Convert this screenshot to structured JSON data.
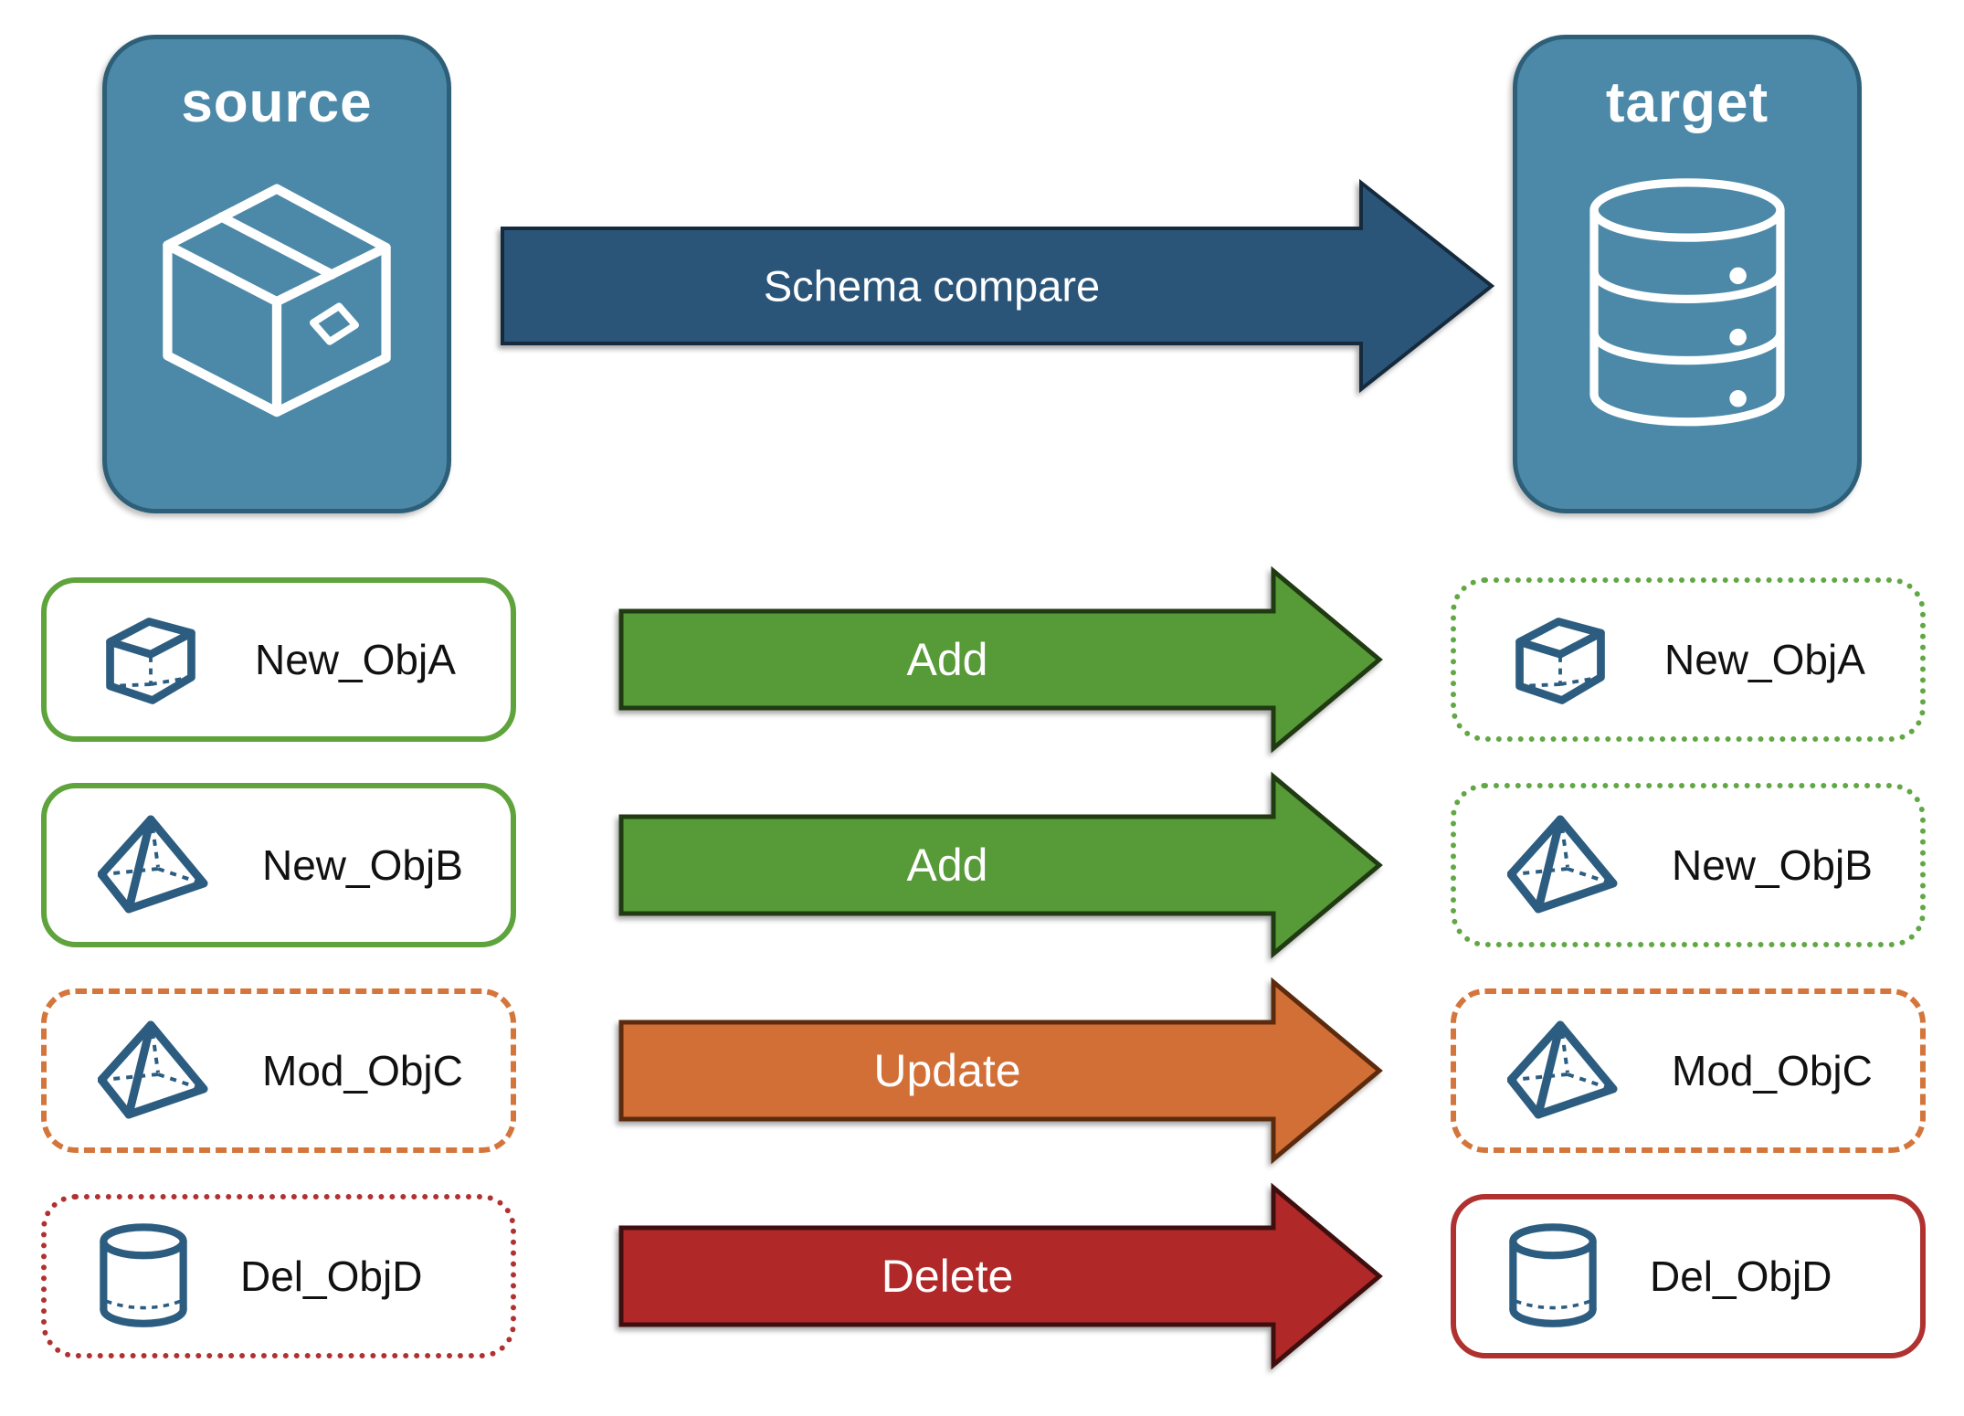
{
  "diagram": {
    "source": {
      "label": "source",
      "icon": "package-box-icon"
    },
    "target": {
      "label": "target",
      "icon": "database-icon"
    },
    "compare_arrow": {
      "label": "Schema compare"
    }
  },
  "rows": [
    {
      "object": "New_ObjA",
      "action": "Add",
      "icon": "cube-icon",
      "source_border": "solid-green",
      "target_border": "dotted-green"
    },
    {
      "object": "New_ObjB",
      "action": "Add",
      "icon": "pyramid-icon",
      "source_border": "solid-green",
      "target_border": "dotted-green"
    },
    {
      "object": "Mod_ObjC",
      "action": "Update",
      "icon": "pyramid-icon",
      "source_border": "dashed-orange",
      "target_border": "dashed-orange"
    },
    {
      "object": "Del_ObjD",
      "action": "Delete",
      "icon": "cylinder-icon",
      "source_border": "dotted-red",
      "target_border": "solid-red"
    }
  ],
  "colors": {
    "card-fill": "#4c89a8",
    "card-border": "#2e5f78",
    "icon-stroke": "#2c5d80",
    "compare-arrow-fill": "#2a5578",
    "compare-arrow-stroke": "#152a3d",
    "add-arrow-fill": "#579a38",
    "add-arrow-stroke": "#203a12",
    "update-arrow-fill": "#d26f36",
    "update-arrow-stroke": "#5c2b0e",
    "delete-arrow-fill": "#b02827",
    "delete-arrow-stroke": "#3f0f10",
    "green-line": "#5fa33c",
    "green-dot": "#61a845",
    "orange-line": "#d4763c",
    "red-line": "#b03230",
    "label-color": "#111111",
    "arrow-text": "#ffffff"
  }
}
